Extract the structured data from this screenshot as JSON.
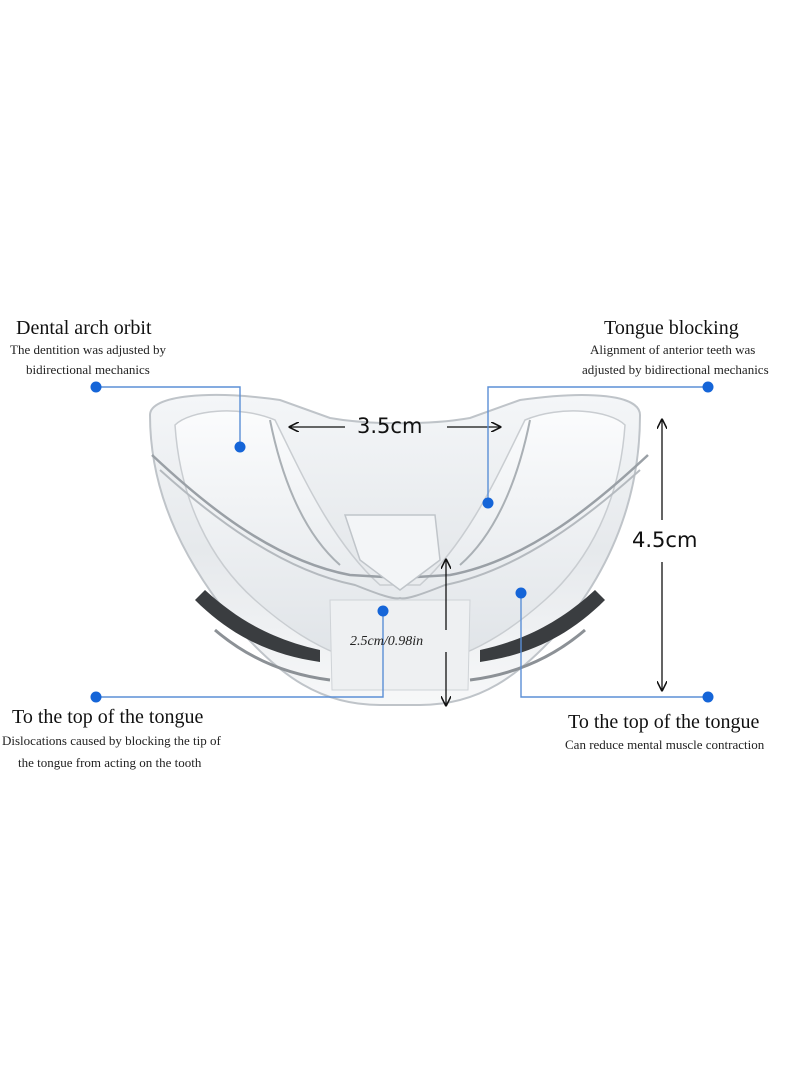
{
  "callouts": {
    "top_left": {
      "title": "Dental arch orbit",
      "line1": "The dentition was adjusted by",
      "line2": "bidirectional mechanics"
    },
    "top_right": {
      "title": "Tongue blocking",
      "line1": "Alignment of anterior teeth was",
      "line2": "adjusted by bidirectional mechanics"
    },
    "bottom_left": {
      "title": "To the top of the tongue",
      "line1": "Dislocations caused by blocking the tip of",
      "line2": "the tongue from acting on the tooth"
    },
    "bottom_right": {
      "title": "To the top of the tongue",
      "line1": "Can reduce mental muscle contraction"
    }
  },
  "measurements": {
    "width": "3.5cm",
    "depth": "4.5cm",
    "height": "2.5cm/0.98in"
  },
  "colors": {
    "callout_dot": "#1565d8",
    "callout_line": "#5b8fd6"
  }
}
